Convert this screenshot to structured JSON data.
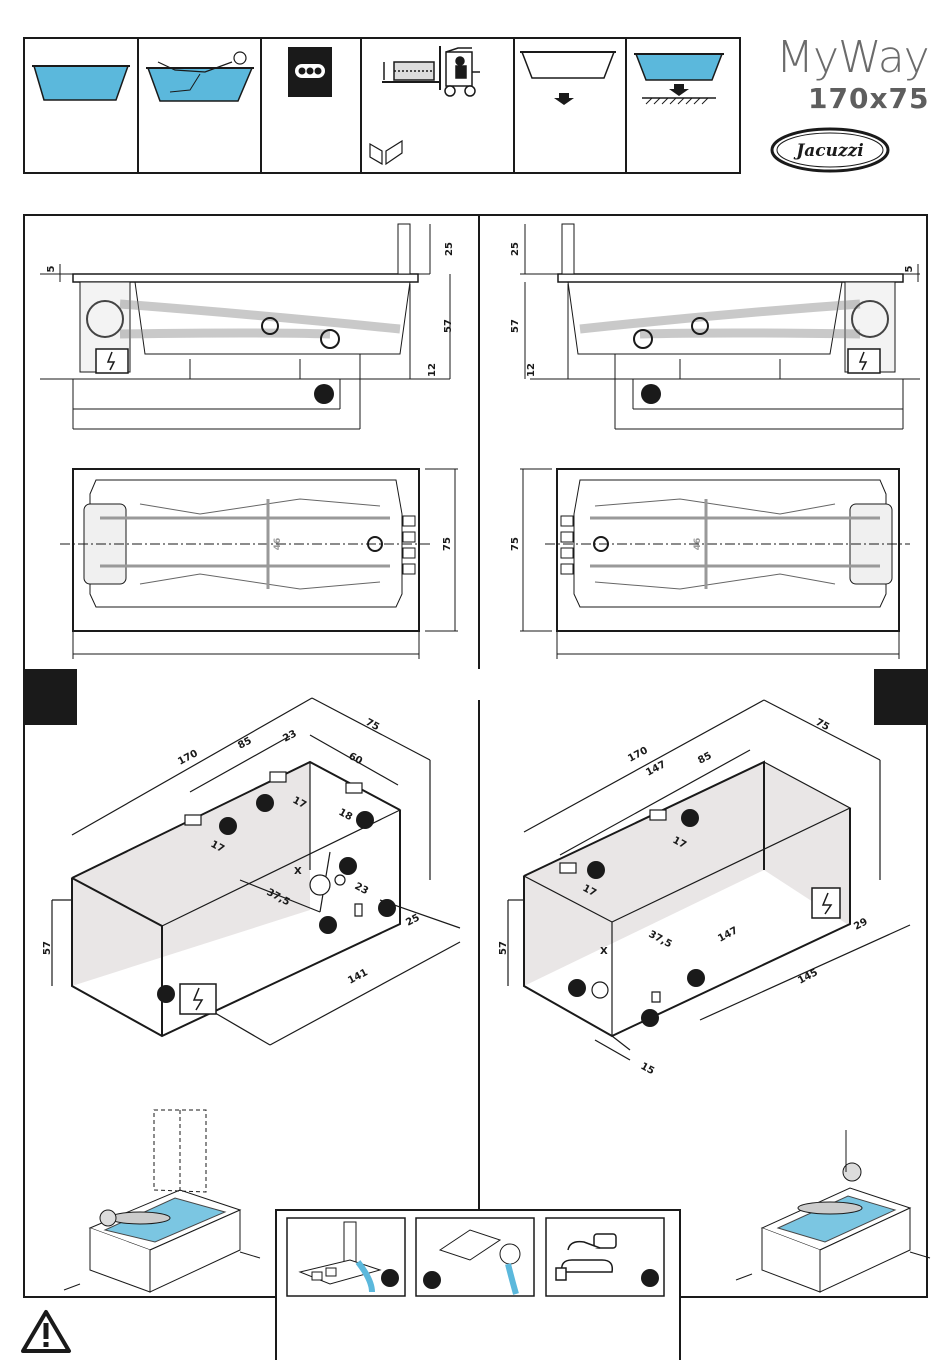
{
  "header": {
    "title": "MyWay",
    "size": "170x75",
    "logo_text": "Jacuzzi"
  },
  "side_views": {
    "left": {
      "top_offset": "25",
      "rim": "5",
      "height": "57",
      "base": "12"
    },
    "right": {
      "top_offset": "25",
      "rim": "5",
      "height": "57",
      "base": "12"
    }
  },
  "plan_views": {
    "left": {
      "width": "75",
      "inner": "46"
    },
    "right": {
      "width": "75",
      "inner": "46"
    }
  },
  "iso_left": {
    "dims": {
      "length": "170",
      "d85": "85",
      "d23a": "23",
      "width": "75",
      "d60": "60",
      "d17a": "17",
      "d18": "18",
      "d17b": "17",
      "x": "X",
      "d37_5": "37,5",
      "d23b": "23",
      "d25": "25",
      "height": "57",
      "d141": "141"
    }
  },
  "iso_right": {
    "dims": {
      "length": "170",
      "d147a": "147",
      "d85": "85",
      "width": "75",
      "d17a": "17",
      "d17b": "17",
      "x": "X",
      "d37_5": "37,5",
      "d147b": "147",
      "d29": "29",
      "height": "57",
      "d145": "145",
      "d15": "15"
    }
  },
  "colors": {
    "water": "#5bb8dc",
    "line": "#1a1a1a",
    "panel": "#e9e6e6",
    "accent": "#222222"
  },
  "icons": [
    "bath-fill-icon",
    "bath-occupant-icon",
    "three-dots-icon",
    "forklift-icon",
    "bath-empty-icon",
    "bath-floor-load-icon",
    "warning-icon"
  ]
}
